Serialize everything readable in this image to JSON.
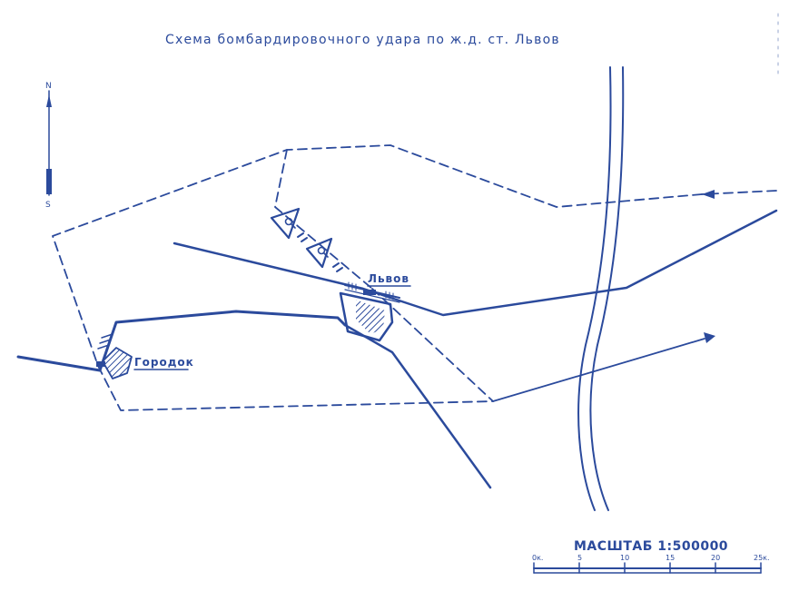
{
  "map": {
    "title": "Схема бомбардировочного удара по ж.д. ст. Львов",
    "places": {
      "lvov": "Львов",
      "gorodok": "Городок"
    },
    "compass": {
      "north": "N",
      "south": "S"
    },
    "scale": {
      "title": "МАСШТАБ 1:500000",
      "ticks": [
        "0к.",
        "5",
        "10",
        "15",
        "20",
        "25к."
      ]
    },
    "colors": {
      "ink": "#2b4a9c",
      "paper": "#ffffff"
    }
  }
}
